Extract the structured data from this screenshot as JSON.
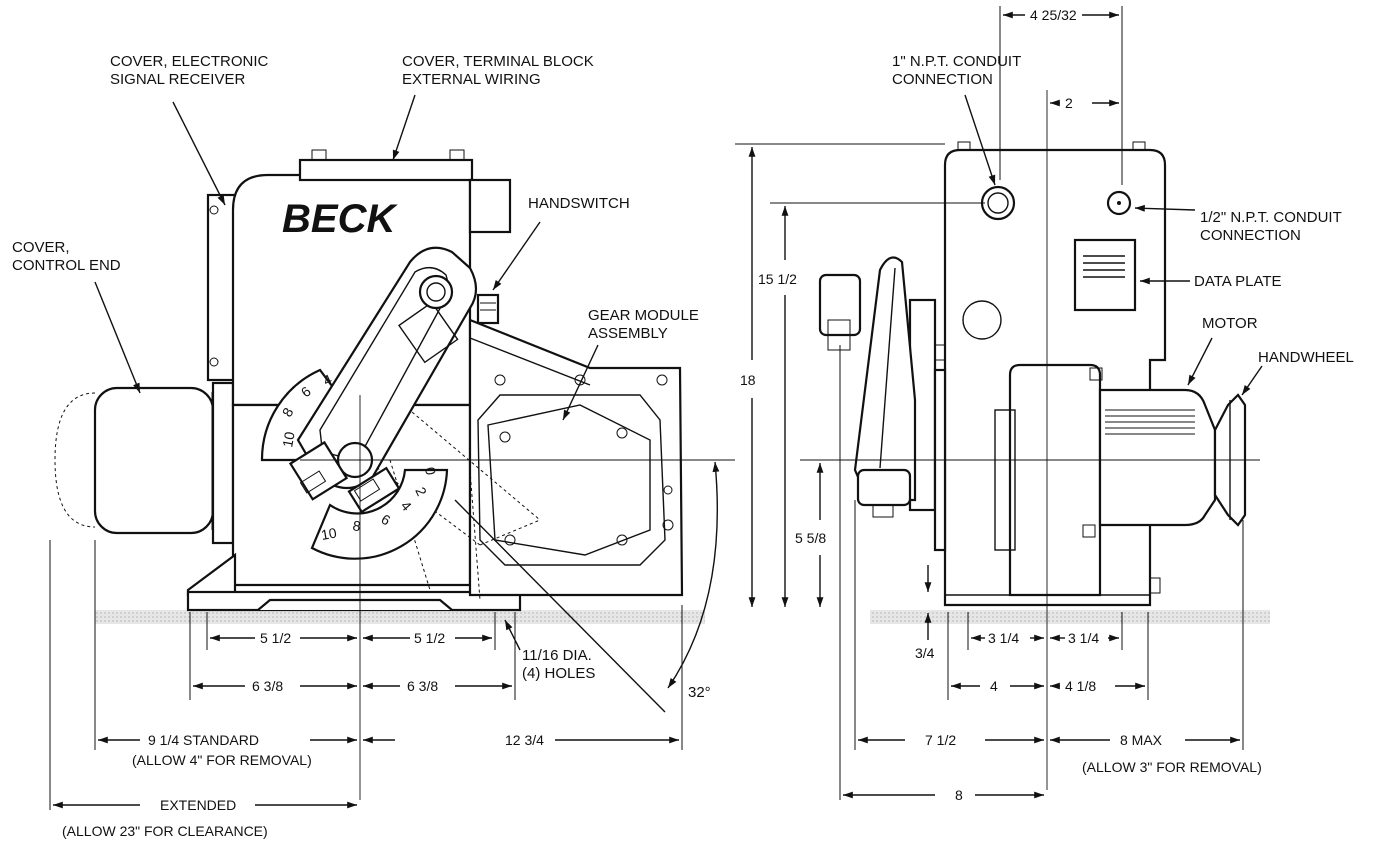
{
  "labels": {
    "cover_electronic": [
      "COVER, ELECTRONIC",
      "SIGNAL RECEIVER"
    ],
    "cover_terminal": [
      "COVER, TERMINAL BLOCK",
      "EXTERNAL WIRING"
    ],
    "handswitch": "HANDSWITCH",
    "cover_control": [
      "COVER,",
      "CONTROL END"
    ],
    "gear_module": [
      "GEAR MODULE",
      "ASSEMBLY"
    ],
    "brand": "BECK",
    "conduit_1in": [
      "1\" N.P.T. CONDUIT",
      "CONNECTION"
    ],
    "conduit_half": [
      "1/2\" N.P.T. CONDUIT",
      "CONNECTION"
    ],
    "data_plate": "DATA PLATE",
    "motor": "MOTOR",
    "handwheel": "HANDWHEEL",
    "holes": [
      "11/16 DIA.",
      "(4) HOLES"
    ],
    "angle": "32°"
  },
  "scale_numbers": {
    "upper": [
      "10",
      "8",
      "6",
      "4"
    ],
    "lower": [
      "0",
      "2",
      "4",
      "6",
      "8",
      "10"
    ]
  },
  "dimensions": {
    "d_5_1_2_a": "5 1/2",
    "d_5_1_2_b": "5 1/2",
    "d_6_3_8_a": "6 3/8",
    "d_6_3_8_b": "6 3/8",
    "d_9_1_4": "9 1/4 STANDARD",
    "d_9_1_4_note": "(ALLOW 4\" FOR REMOVAL)",
    "d_12_3_4": "12 3/4",
    "d_extended": "EXTENDED",
    "d_extended_note": "(ALLOW 23\" FOR CLEARANCE)",
    "d_4_25_32": "4 25/32",
    "d_2": "2",
    "d_15_1_2": "15 1/2",
    "d_18": "18",
    "d_5_5_8": "5 5/8",
    "d_3_4": "3/4",
    "d_3_1_4_a": "3 1/4",
    "d_3_1_4_b": "3 1/4",
    "d_4": "4",
    "d_4_1_8": "4 1/8",
    "d_7_1_2": "7 1/2",
    "d_8_max": "8 MAX",
    "d_8_max_note": "(ALLOW 3\" FOR REMOVAL)",
    "d_8": "8"
  }
}
